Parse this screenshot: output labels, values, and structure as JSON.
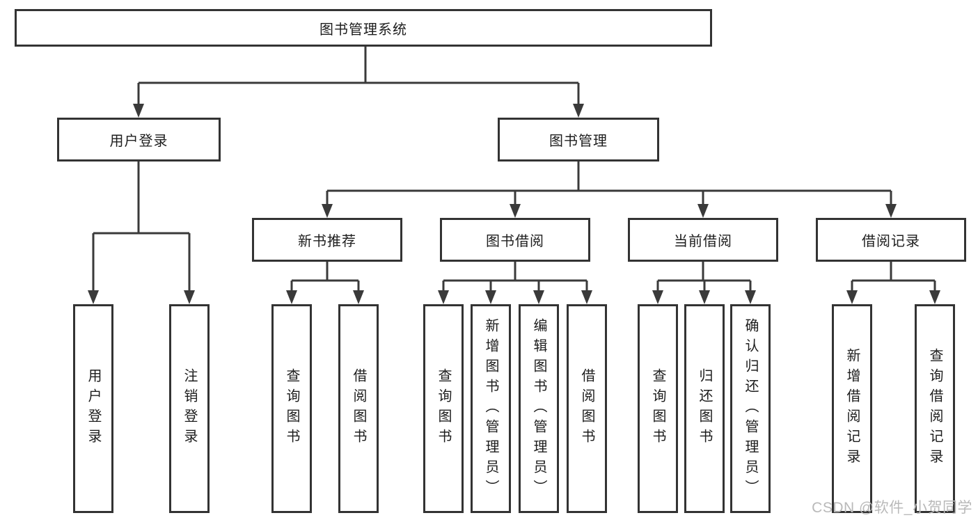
{
  "diagram": {
    "title": "图书管理系统",
    "nodes": {
      "root": {
        "label": "图书管理系统"
      },
      "user_login": {
        "label": "用户登录"
      },
      "book_mgmt": {
        "label": "图书管理"
      },
      "new_book_rec": {
        "label": "新书推荐"
      },
      "book_borrow": {
        "label": "图书借阅"
      },
      "current_borrow": {
        "label": "当前借阅"
      },
      "borrow_records": {
        "label": "借阅记录"
      },
      "u1": {
        "label": "用户登录"
      },
      "u2": {
        "label": "注销登录"
      },
      "n1": {
        "label": "查询图书"
      },
      "n2": {
        "label": "借阅图书"
      },
      "b1": {
        "label": "查询图书"
      },
      "b2": {
        "label": "新增图书（管理员）"
      },
      "b3": {
        "label": "编辑图书（管理员）"
      },
      "b4": {
        "label": "借阅图书"
      },
      "c1": {
        "label": "查询图书"
      },
      "c2": {
        "label": "归还图书"
      },
      "c3": {
        "label": "确认归还（管理员）"
      },
      "r1": {
        "label": "新增借阅记录"
      },
      "r2": {
        "label": "查询借阅记录"
      }
    },
    "edges": [
      {
        "from": "root",
        "to": "user_login"
      },
      {
        "from": "root",
        "to": "book_mgmt"
      },
      {
        "from": "user_login",
        "to": "u1"
      },
      {
        "from": "user_login",
        "to": "u2"
      },
      {
        "from": "book_mgmt",
        "to": "new_book_rec"
      },
      {
        "from": "book_mgmt",
        "to": "book_borrow"
      },
      {
        "from": "book_mgmt",
        "to": "current_borrow"
      },
      {
        "from": "book_mgmt",
        "to": "borrow_records"
      },
      {
        "from": "new_book_rec",
        "to": "n1"
      },
      {
        "from": "new_book_rec",
        "to": "n2"
      },
      {
        "from": "book_borrow",
        "to": "b1"
      },
      {
        "from": "book_borrow",
        "to": "b2"
      },
      {
        "from": "book_borrow",
        "to": "b3"
      },
      {
        "from": "book_borrow",
        "to": "b4"
      },
      {
        "from": "current_borrow",
        "to": "c1"
      },
      {
        "from": "current_borrow",
        "to": "c2"
      },
      {
        "from": "current_borrow",
        "to": "c3"
      },
      {
        "from": "borrow_records",
        "to": "r1"
      },
      {
        "from": "borrow_records",
        "to": "r2"
      }
    ]
  },
  "watermark": {
    "text": "CSDN @软件_小贺同学",
    "color": "#b9b9b9"
  },
  "colors": {
    "background": "#ffffff",
    "box_border": "#333333",
    "connector": "#3a3a3a",
    "text": "#1d1d1d"
  }
}
